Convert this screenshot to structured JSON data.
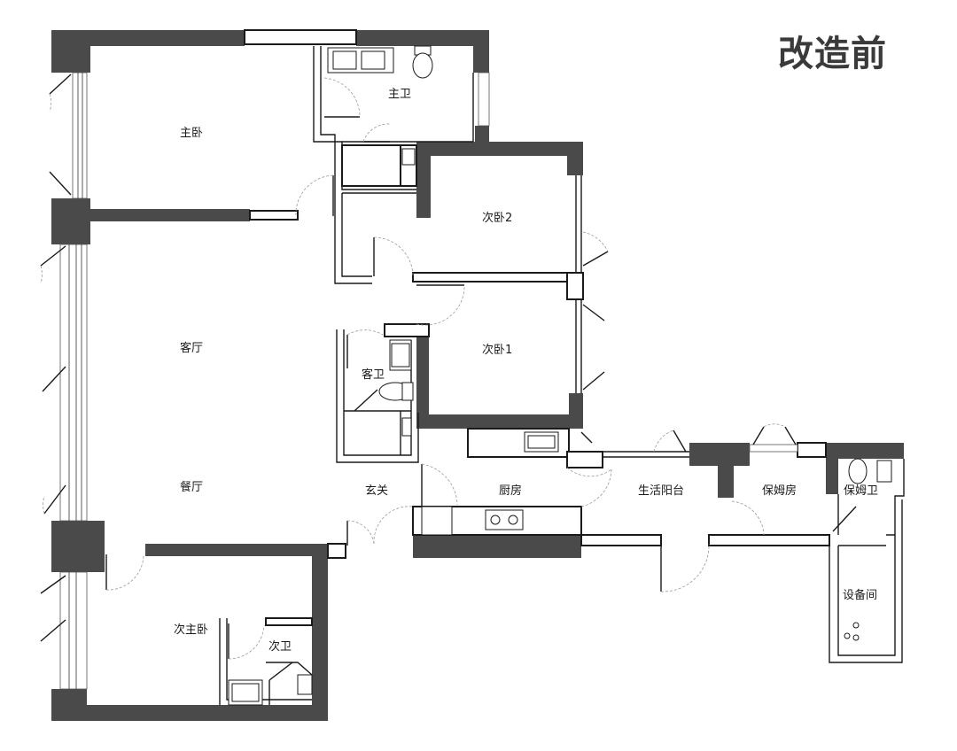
{
  "title": "改造前",
  "rooms": {
    "master_bedroom": "主卧",
    "master_bath": "主卫",
    "second_bedroom_2": "次卧2",
    "living_room": "客厅",
    "second_bedroom_1": "次卧1",
    "guest_bath": "客卫",
    "dining_room": "餐厅",
    "foyer": "玄关",
    "kitchen": "厨房",
    "utility_balcony": "生活阳台",
    "nanny_room": "保姆房",
    "nanny_bath": "保姆卫",
    "second_master_bedroom": "次主卧",
    "second_bath": "次卫",
    "equipment_room": "设备间"
  },
  "colors": {
    "wall": "#4a4a4a",
    "line": "#1a1a1a",
    "title": "#3a3a3a"
  }
}
